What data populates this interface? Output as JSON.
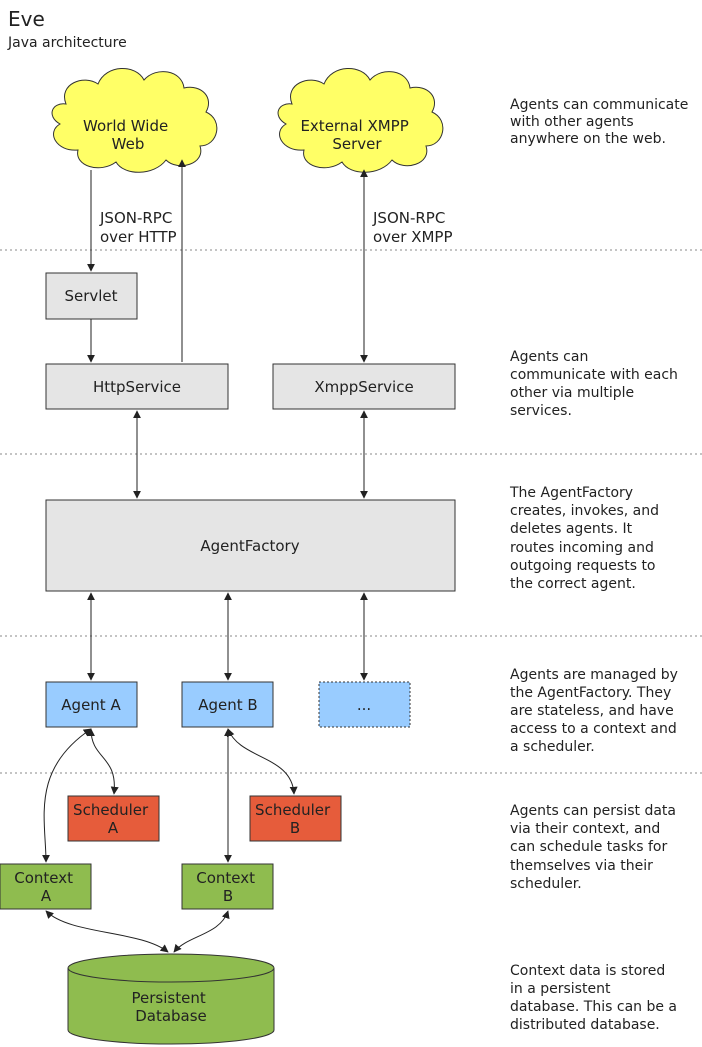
{
  "header": {
    "title": "Eve",
    "subtitle": "Java architecture"
  },
  "clouds": {
    "www": [
      "World Wide",
      "Web"
    ],
    "xmpp": [
      "External XMPP",
      "Server"
    ]
  },
  "protocols": {
    "http": [
      "JSON-RPC",
      "over HTTP"
    ],
    "xmpp": [
      "JSON-RPC",
      "over XMPP"
    ]
  },
  "boxes": {
    "servlet": [
      "Servlet"
    ],
    "http_service": [
      "HttpService"
    ],
    "xmpp_service": [
      "XmppService"
    ],
    "agent_factory": [
      "AgentFactory"
    ],
    "agent_a": [
      "Agent A"
    ],
    "agent_b": [
      "Agent B"
    ],
    "agent_more": [
      "..."
    ],
    "scheduler_a": [
      "Scheduler",
      "A"
    ],
    "scheduler_b": [
      "Scheduler",
      "B"
    ],
    "context_a": [
      "Context",
      "A"
    ],
    "context_b": [
      "Context",
      "B"
    ],
    "database": [
      "Persistent",
      "Database"
    ]
  },
  "notes": {
    "web": [
      "Agents can communicate",
      "with other agents",
      "anywhere on the web."
    ],
    "services": [
      "Agents can",
      "communicate with each",
      "other via multiple",
      "services."
    ],
    "factory": [
      "The AgentFactory",
      "creates, invokes, and",
      "deletes agents. It",
      "routes incoming and",
      "outgoing requests to",
      "the correct agent."
    ],
    "agents": [
      "Agents are managed by",
      "the AgentFactory. They",
      "are stateless, and have",
      "access to a context and",
      "a scheduler."
    ],
    "persist": [
      "Agents can persist data",
      "via their context, and",
      "can schedule tasks for",
      "themselves via their",
      "scheduler."
    ],
    "database": [
      "Context data is stored",
      "in a persistent",
      "database. This can be a",
      "distributed database."
    ]
  },
  "colors": {
    "cloud": "#ffff66",
    "service": "#e5e5e5",
    "agent": "#99ccff",
    "scheduler": "#e65c3b",
    "context": "#8fbc4f"
  }
}
